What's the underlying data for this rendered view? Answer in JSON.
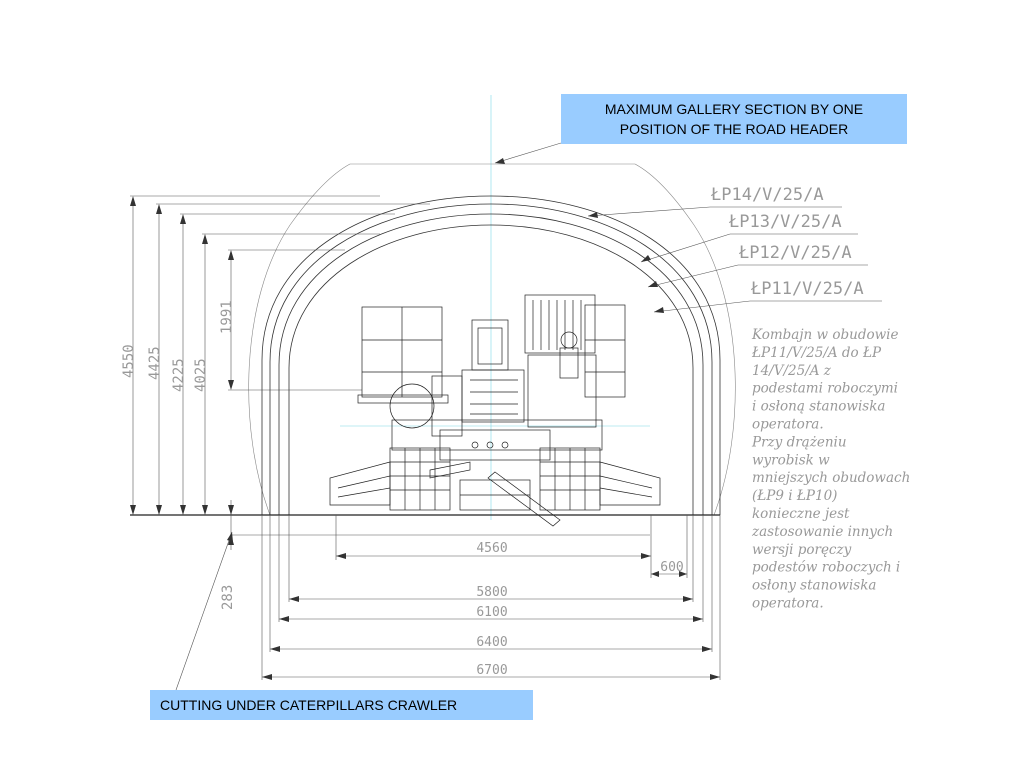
{
  "callouts": {
    "top_line1": "MAXIMUM GALLERY SECTION BY ONE",
    "top_line2": "POSITION OF THE ROAD HEADER",
    "bottom": "CUTTING UNDER CATERPILLARS CRAWLER"
  },
  "profiles": [
    "ŁP14/V/25/A",
    "ŁP13/V/25/A",
    "ŁP12/V/25/A",
    "ŁP11/V/25/A"
  ],
  "vertical_dims": [
    "4550",
    "4425",
    "4225",
    "4025",
    "1991",
    "283"
  ],
  "horizontal_dims": [
    "4560",
    "600",
    "5800",
    "6100",
    "6400",
    "6700"
  ],
  "note_lines": [
    "Kombajn w obudowie",
    "ŁP11/V/25/A do ŁP",
    "14/V/25/A z",
    "podestami roboczymi",
    "i osłoną stanowiska",
    "operatora.",
    "Przy drążeniu",
    "wyrobisk w",
    "mniejszych obudowach",
    "(ŁP9 i ŁP10)",
    "konieczne jest",
    "zastosowanie innych",
    "wersji poręczy",
    "podestów roboczych i",
    "osłony stanowiska",
    "operatora."
  ]
}
